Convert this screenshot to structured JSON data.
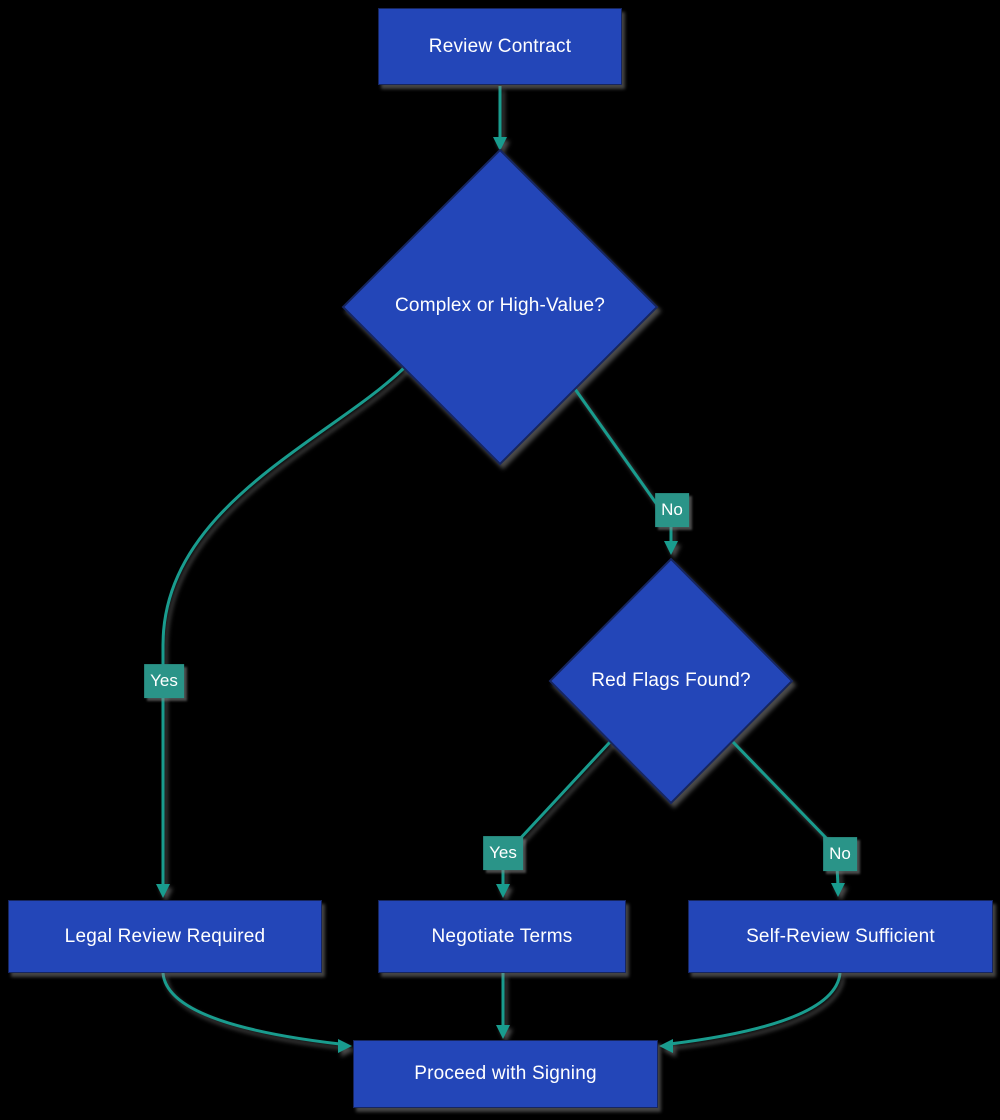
{
  "diagram": {
    "type": "flowchart",
    "direction": "top-down",
    "background": "#000000",
    "colors": {
      "node_fill": "#2346b8",
      "node_border": "#17265f",
      "node_text": "#ffffff",
      "edge_line": "#199c8e",
      "edge_label_fill": "#2a9488",
      "edge_label_text": "#ffffff"
    },
    "nodes": [
      {
        "id": "review_contract",
        "shape": "rect",
        "label": "Review Contract"
      },
      {
        "id": "complex_decision",
        "shape": "diamond",
        "label": "Complex or High-Value?"
      },
      {
        "id": "redflags_decision",
        "shape": "diamond",
        "label": "Red Flags Found?"
      },
      {
        "id": "legal_review",
        "shape": "rect",
        "label": "Legal Review Required"
      },
      {
        "id": "negotiate_terms",
        "shape": "rect",
        "label": "Negotiate Terms"
      },
      {
        "id": "self_review",
        "shape": "rect",
        "label": "Self-Review Sufficient"
      },
      {
        "id": "proceed_signing",
        "shape": "rect",
        "label": "Proceed with Signing"
      }
    ],
    "edges": [
      {
        "from": "review_contract",
        "to": "complex_decision",
        "label": ""
      },
      {
        "from": "complex_decision",
        "to": "legal_review",
        "label": "Yes"
      },
      {
        "from": "complex_decision",
        "to": "redflags_decision",
        "label": "No"
      },
      {
        "from": "redflags_decision",
        "to": "negotiate_terms",
        "label": "Yes"
      },
      {
        "from": "redflags_decision",
        "to": "self_review",
        "label": "No"
      },
      {
        "from": "legal_review",
        "to": "proceed_signing",
        "label": ""
      },
      {
        "from": "negotiate_terms",
        "to": "proceed_signing",
        "label": ""
      },
      {
        "from": "self_review",
        "to": "proceed_signing",
        "label": ""
      }
    ]
  }
}
